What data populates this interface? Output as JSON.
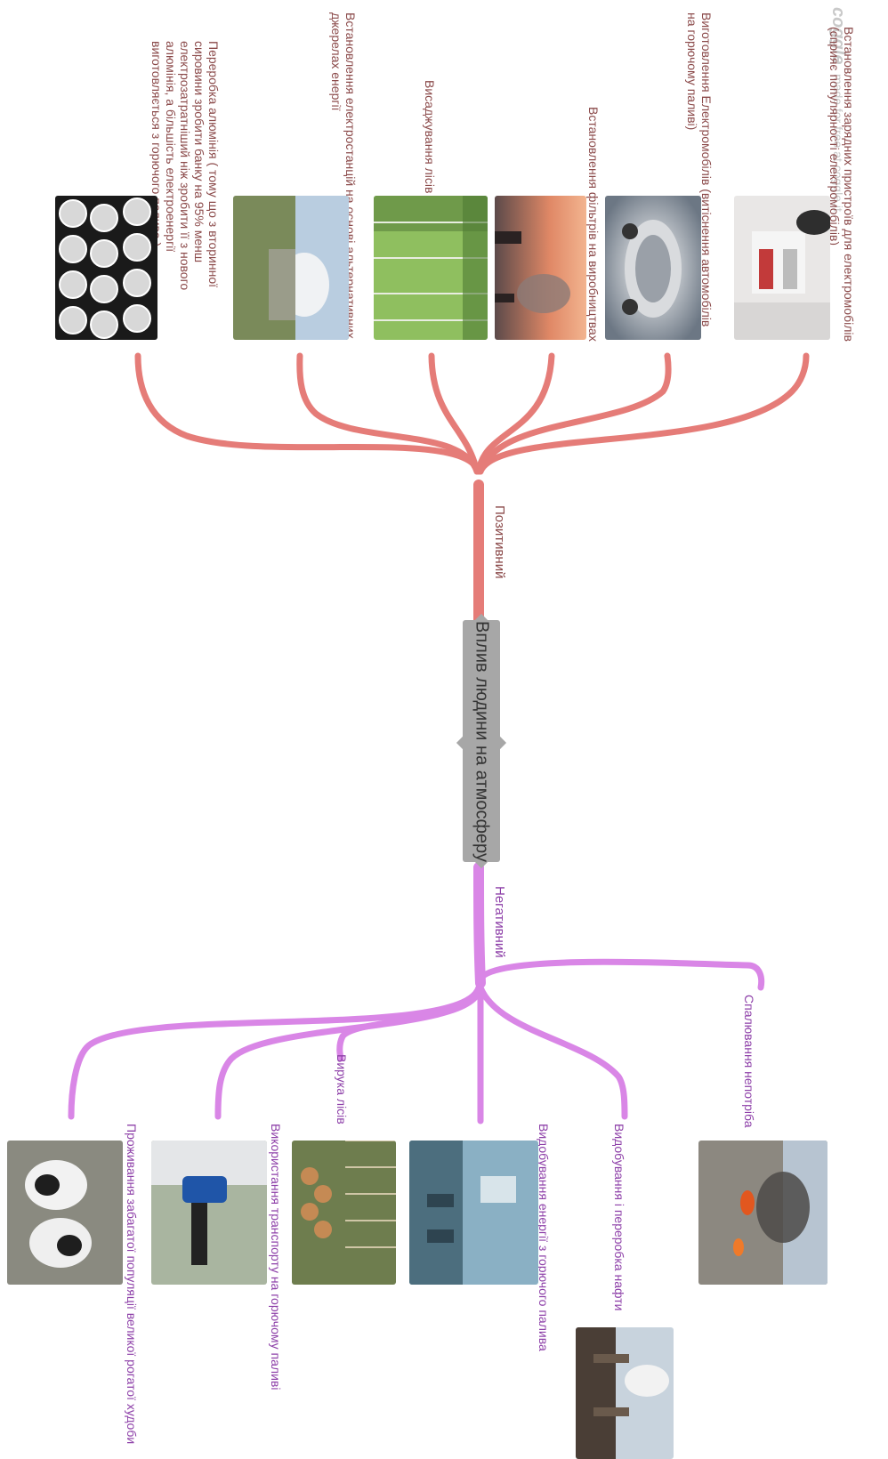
{
  "watermark": {
    "logo": "coggle",
    "text": "made for free at coggle.it"
  },
  "center": {
    "title": "Вплив людини на атмосферу"
  },
  "colors": {
    "positive": "#e57c78",
    "negative": "#d986e6",
    "node": "#a7a7a7"
  },
  "positive": {
    "label": "Позитивний",
    "items": [
      {
        "text": "Встановлення зарядних пристроїв для електромобілів (сприяє популярності електромобілів)",
        "image": "ev-charging-station-photo"
      },
      {
        "text": "Виготовлення Електромобілів (витіснення автомобілів на горючому паливі)",
        "image": "electric-car-photo"
      },
      {
        "text": "Встановлення фільтрів на виробництвах",
        "image": "factory-smoke-sunset-photo"
      },
      {
        "text": "Висаджування лісів",
        "image": "forest-photo"
      },
      {
        "text": "Встановлення електростанцій на основі альтернативних джерелах енергії",
        "image": "geothermal-plant-photo"
      },
      {
        "text": "Переробка алюмінія ( тому що з вторинної сировини зробити банку на 95% менш електрозатратніший ніж зробити її з нового алюмінія, а більшість електроенергії виготовляється з горючого палива )",
        "image": "aluminum-cans-photo"
      }
    ]
  },
  "negative": {
    "label": "Негативний",
    "items": [
      {
        "text": "Спалювання непотріба",
        "image": "burning-trash-photo"
      },
      {
        "text": "Видобування і переробка нафти",
        "image": "oil-refinery-photo"
      },
      {
        "text": "Видобування енергії з горючого палива",
        "image": "power-plant-photo"
      },
      {
        "text": "Вирука лісів",
        "image": "logging-photo"
      },
      {
        "text": "Використання транспорту на горючому паливі",
        "image": "fuel-pump-photo"
      },
      {
        "text": "Проживання забагатої популяції великої рогатої худоби",
        "image": "cattle-photo"
      }
    ]
  }
}
